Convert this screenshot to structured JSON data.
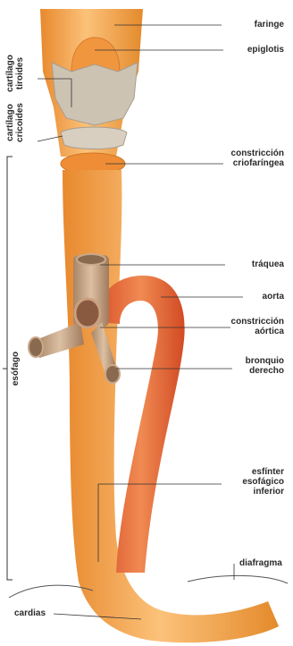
{
  "labels": {
    "faringe": "faringe",
    "epiglotis": "epiglotis",
    "cartilago_tiroides": "cartílago\ntiroides",
    "cartilago_cricoides": "cartílago\ncricoides",
    "constriccion_crio": "constricción\ncriofaríngea",
    "traquea": "tráquea",
    "aorta": "aorta",
    "constriccion_aortica": "constricción\naórtica",
    "bronquio": "bronquio\nderecho",
    "esofago": "esófago",
    "esfinter": "esfínter\nesofágico\ninferior",
    "diafragma": "diafragma",
    "cardias": "cardias"
  },
  "colors": {
    "esophagus": "#f6a84a",
    "aorta": "#e8683a",
    "trachea": "#c9a98a",
    "cartilage": "#cfc6b8",
    "epiglottis": "#f3a15a"
  }
}
